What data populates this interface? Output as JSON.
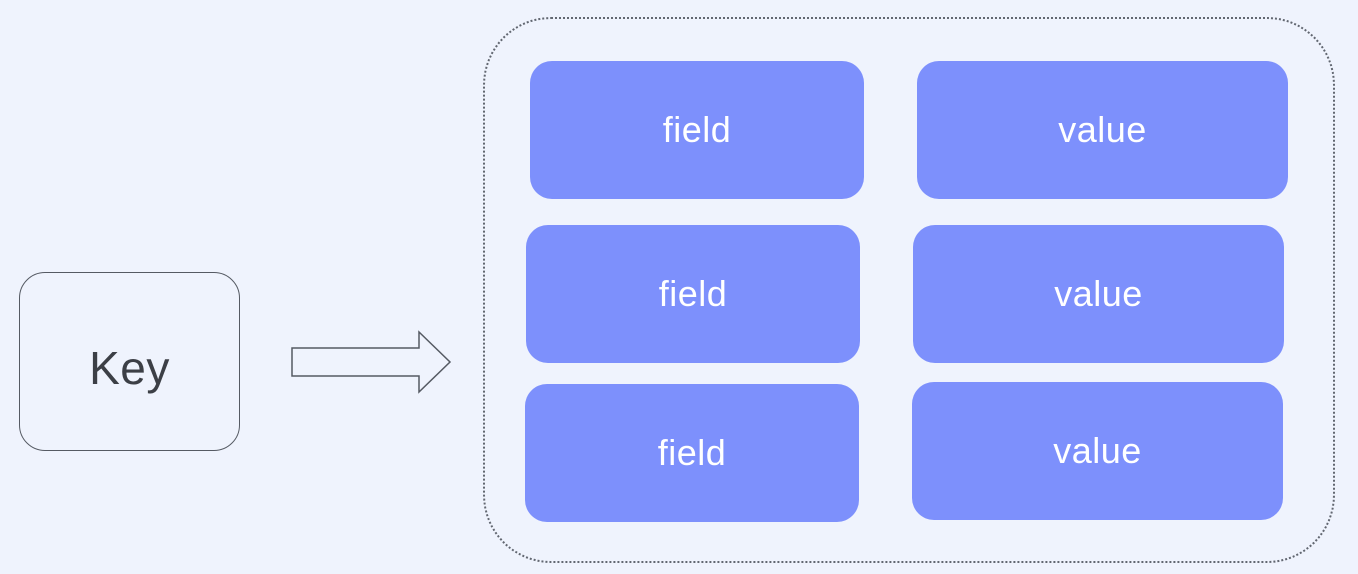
{
  "diagram": {
    "key": {
      "label": "Key"
    },
    "hash": {
      "rows": [
        {
          "field": "field",
          "value": "value"
        },
        {
          "field": "field",
          "value": "value"
        },
        {
          "field": "field",
          "value": "value"
        }
      ]
    }
  },
  "colors": {
    "background": "#eff3fd",
    "cell_fill": "#7d90fc",
    "cell_text": "#ffffff",
    "outline": "#555a63"
  },
  "icons": {
    "arrow": "right-arrow-icon"
  }
}
